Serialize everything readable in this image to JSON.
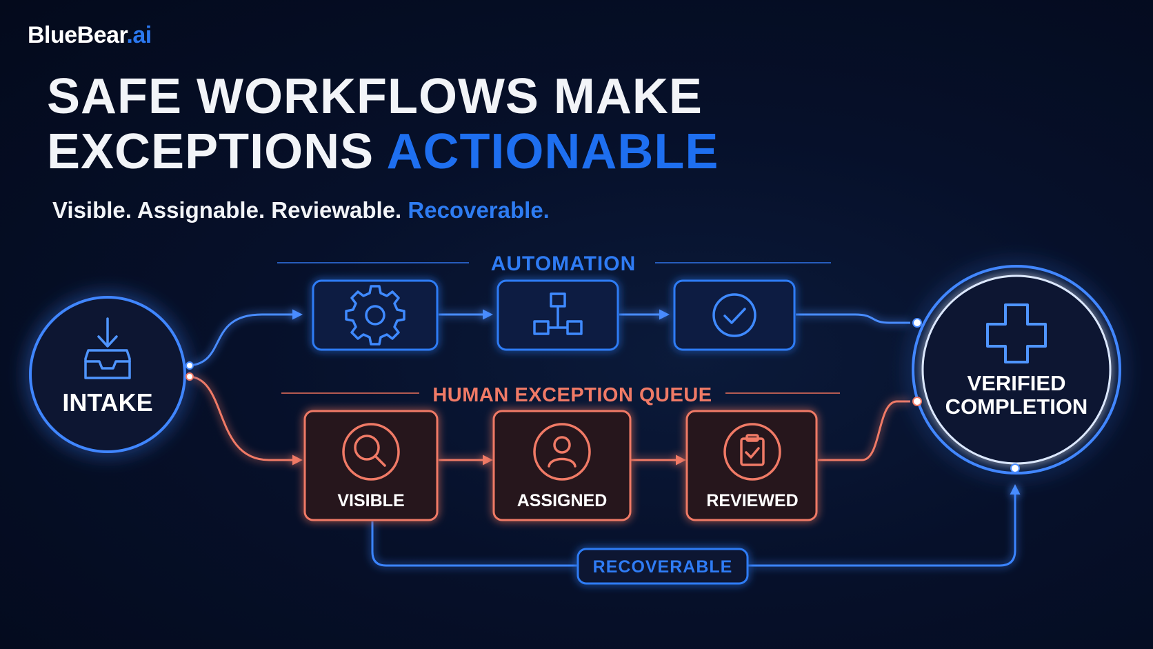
{
  "brand": {
    "name": "BlueBear",
    "suffix": ".ai"
  },
  "headline": {
    "line1": "SAFE WORKFLOWS MAKE",
    "line2_plain": "EXCEPTIONS",
    "line2_accent": "ACTIONABLE"
  },
  "tagline": {
    "plain": "Visible. Assignable. Reviewable.",
    "accent": "Recoverable."
  },
  "lanes": {
    "automation": "AUTOMATION",
    "human": "HUMAN EXCEPTION QUEUE"
  },
  "nodes": {
    "intake": {
      "label": "INTAKE",
      "icon": "inbox-icon"
    },
    "automation_steps": [
      {
        "icon": "gear-icon"
      },
      {
        "icon": "hierarchy-icon"
      },
      {
        "icon": "checkmark-circle-icon"
      }
    ],
    "human_steps": [
      {
        "label": "VISIBLE",
        "icon": "magnifier-icon"
      },
      {
        "label": "ASSIGNED",
        "icon": "user-icon"
      },
      {
        "label": "REVIEWED",
        "icon": "clipboard-check-icon"
      }
    ],
    "completion": {
      "line1": "VERIFIED",
      "line2": "COMPLETION",
      "icon": "plus-cross-icon"
    },
    "recoverable": "RECOVERABLE"
  },
  "colors": {
    "blue": "#2f7cf5",
    "coral": "#f07a66",
    "background": "#050c20"
  }
}
